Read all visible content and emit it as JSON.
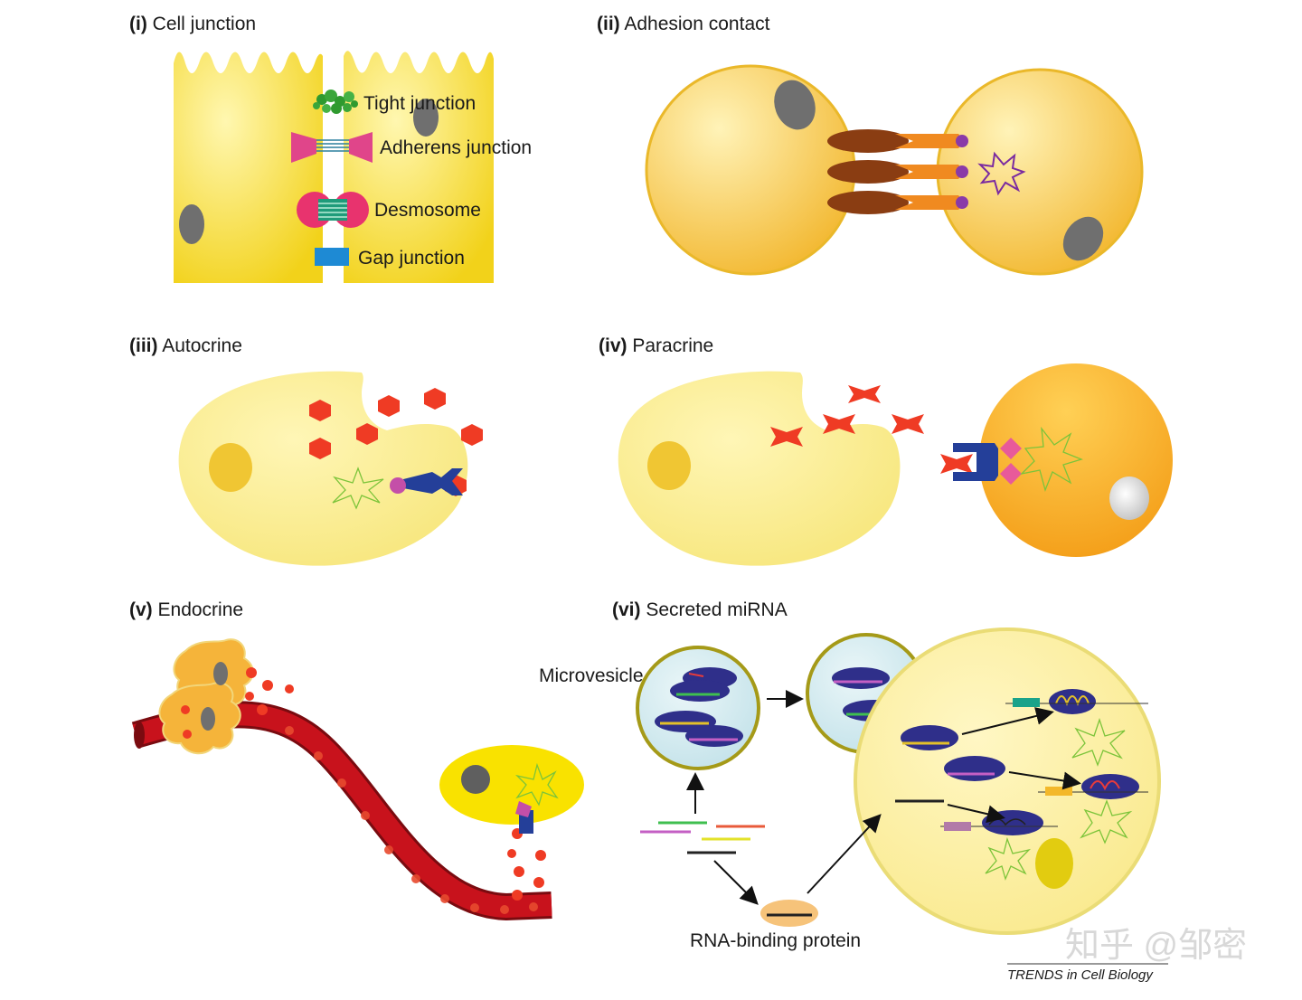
{
  "panels": {
    "i": {
      "num": "(i)",
      "title": "Cell junction"
    },
    "ii": {
      "num": "(ii)",
      "title": "Adhesion contact"
    },
    "iii": {
      "num": "(iii)",
      "title": "Autocrine"
    },
    "iv": {
      "num": "(iv)",
      "title": "Paracrine"
    },
    "v": {
      "num": "(v)",
      "title": "Endocrine"
    },
    "vi": {
      "num": "(vi)",
      "title": "Secreted miRNA"
    }
  },
  "labels": {
    "tight_junction": "Tight junction",
    "adherens_junction": "Adherens junction",
    "desmosome": "Desmosome",
    "gap_junction": "Gap junction",
    "microvesicle": "Microvesicle",
    "rna_binding_protein": "RNA-binding protein"
  },
  "credit": "TRENDS in Cell Biology",
  "watermark": "知乎 @邹密",
  "colors": {
    "cell_yellow": "#f7e64a",
    "cell_pale": "#fbeb8c",
    "cell_orange": "#f5a623",
    "nucleus_gray": "#6f6f6f",
    "ligand_red": "#ef3b24",
    "receptor_blue": "#243f99",
    "vessel_red": "#b3121a",
    "vesicle_rim": "#a59a18",
    "vesicle_fill": "#cfe8ee"
  }
}
